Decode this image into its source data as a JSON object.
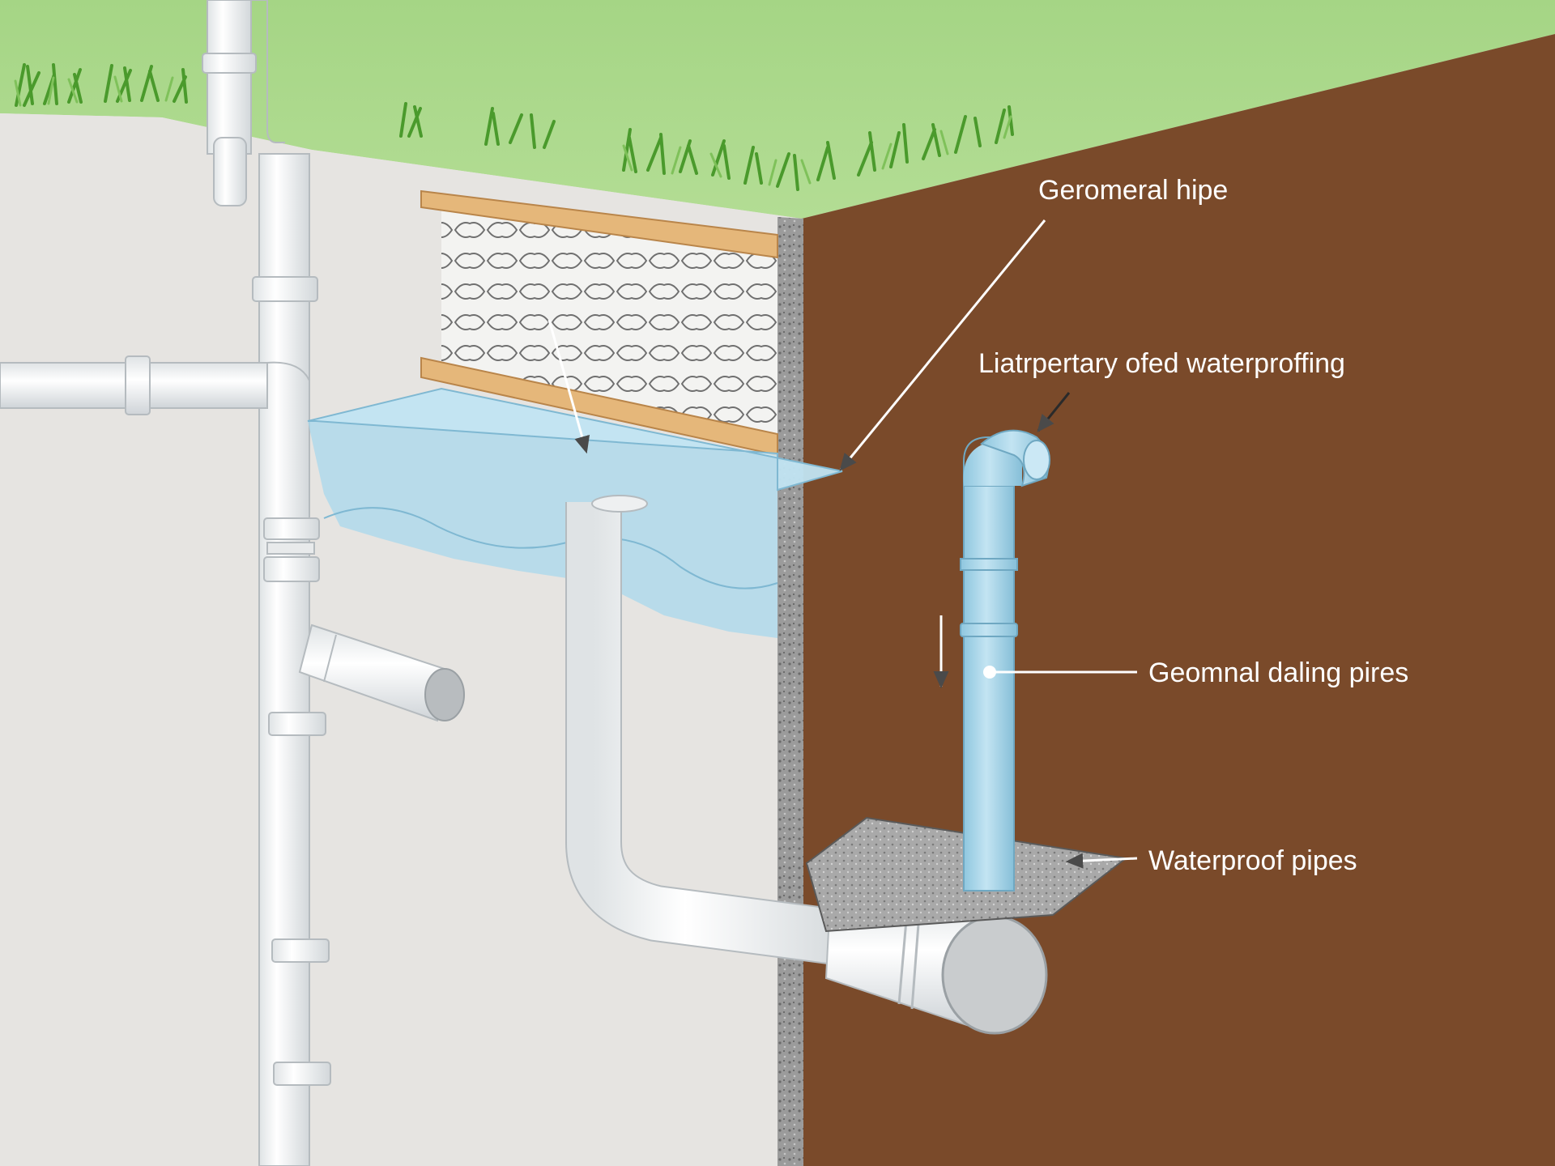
{
  "diagram": {
    "labels": {
      "geromeral_hipe": "Geromeral hipe",
      "liatrpertary": "Liatrpertary ofed waterproffing",
      "geomnal": "Geomnal daling pires",
      "waterproof": "Waterproof pipes"
    },
    "colors": {
      "sky": "#a6d485",
      "soil": "#7a4a2a",
      "wall": "#e6e4e1",
      "concrete": "#8a8a8a",
      "water": "#a8d8ec",
      "pipe_white": "#f7f8f8",
      "pipe_blue": "#a9d6ea",
      "timber": "#e5b77a",
      "grass": "#4f9b2d",
      "leader": "#4a4a4a"
    }
  }
}
